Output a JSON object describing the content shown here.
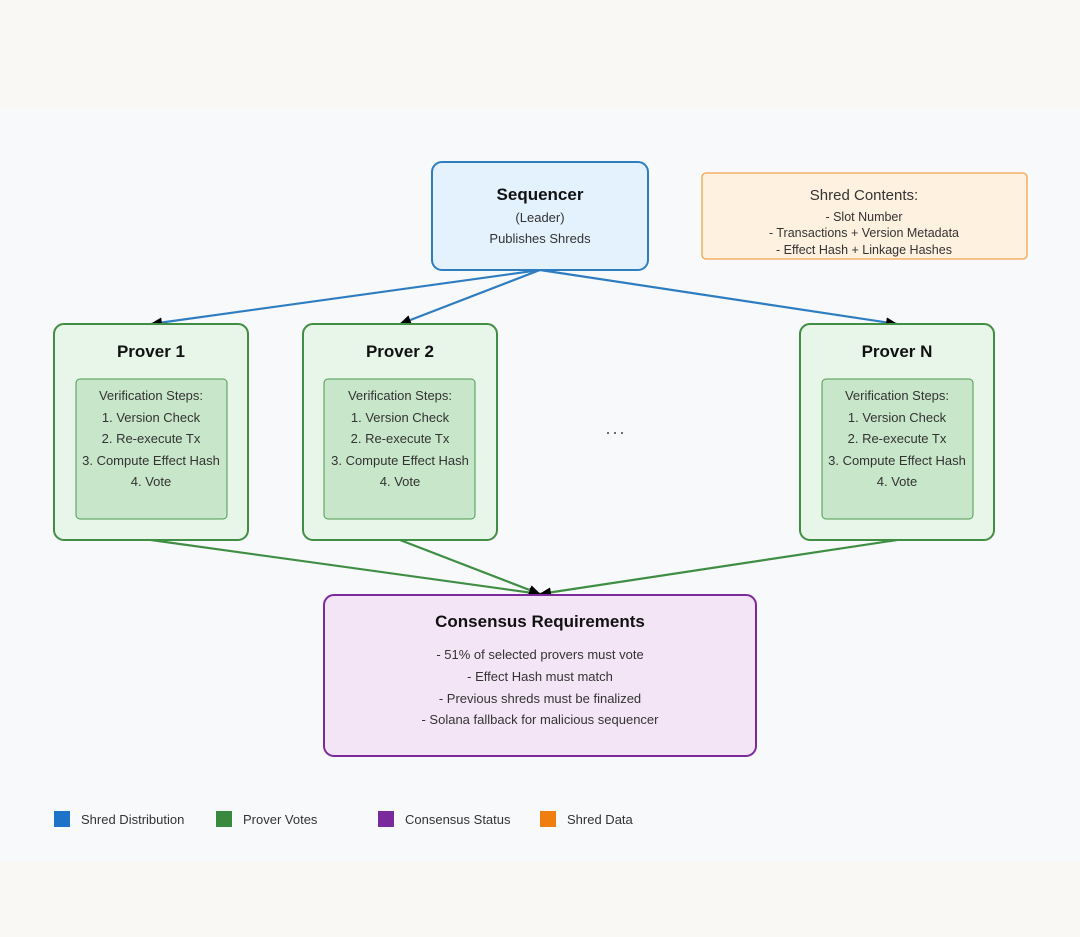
{
  "colors": {
    "shred_distribution": "#1e73c8",
    "prover_votes": "#3a8a3e",
    "consensus_status": "#7b2a9c",
    "shred_data": "#f07d10"
  },
  "sequencer": {
    "title": "Sequencer",
    "subtitle": "(Leader)",
    "description": "Publishes Shreds"
  },
  "shred_contents": {
    "title": "Shred Contents:",
    "lines": [
      "- Slot Number",
      "- Transactions + Version Metadata",
      "- Effect Hash + Linkage Hashes"
    ]
  },
  "provers": [
    {
      "title": "Prover 1",
      "steps_title": "Verification Steps:",
      "steps": [
        "1. Version Check",
        "2. Re-execute Tx",
        "3. Compute Effect Hash",
        "4. Vote"
      ]
    },
    {
      "title": "Prover 2",
      "steps_title": "Verification Steps:",
      "steps": [
        "1. Version Check",
        "2. Re-execute Tx",
        "3. Compute Effect Hash",
        "4. Vote"
      ]
    },
    {
      "title": "Prover N",
      "steps_title": "Verification Steps:",
      "steps": [
        "1. Version Check",
        "2. Re-execute Tx",
        "3. Compute Effect Hash",
        "4. Vote"
      ]
    }
  ],
  "ellipsis": "...",
  "consensus": {
    "title": "Consensus Requirements",
    "lines": [
      "- 51% of selected provers must vote",
      "- Effect Hash must match",
      "- Previous shreds must be finalized",
      "- Solana fallback for malicious sequencer"
    ]
  },
  "legend": [
    {
      "label": "Shred Distribution",
      "color": "#1e73c8"
    },
    {
      "label": "Prover Votes",
      "color": "#3a8a3e"
    },
    {
      "label": "Consensus Status",
      "color": "#7b2a9c"
    },
    {
      "label": "Shred Data",
      "color": "#f07d10"
    }
  ]
}
